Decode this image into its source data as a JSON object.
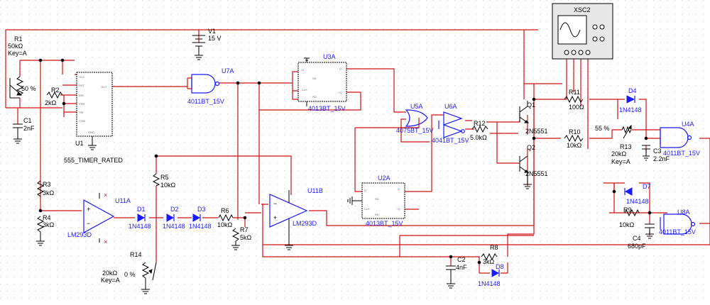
{
  "components": {
    "R1": {
      "ref": "R1",
      "value": "50kΩ",
      "key": "Key=A",
      "pct": "50 %"
    },
    "R2": {
      "ref": "R2",
      "value": "2kΩ"
    },
    "C1": {
      "ref": "C1",
      "value": "2nF"
    },
    "U1": {
      "ref": "U1",
      "part": "555_TIMER_RATED"
    },
    "V1": {
      "ref": "V1",
      "value": "15 V"
    },
    "U7A": {
      "ref": "U7A",
      "part": "4011BT_15V"
    },
    "U3A": {
      "ref": "U3A",
      "part": "4013BT_15V"
    },
    "XSC2": {
      "ref": "XSC2"
    },
    "Q1": {
      "ref": "Q1",
      "part": "2N5551"
    },
    "Q2": {
      "ref": "Q2",
      "part": "2N5551"
    },
    "U5A": {
      "ref": "U5A",
      "part": "4075BT_15V"
    },
    "U6A": {
      "ref": "U6A",
      "part": "4041BT_15V"
    },
    "R12": {
      "ref": "R12",
      "value": "5.0kΩ"
    },
    "R11": {
      "ref": "R11",
      "value": "100Ω"
    },
    "R10": {
      "ref": "R10",
      "value": "10kΩ"
    },
    "D4": {
      "ref": "D4",
      "part": "1N4148"
    },
    "R13": {
      "ref": "R13",
      "value": "20kΩ",
      "key": "Key=A",
      "pct": "55 %"
    },
    "C3": {
      "ref": "C3",
      "value": "2.2nF"
    },
    "U4A": {
      "ref": "U4A",
      "part": "4011BT_15V"
    },
    "R3": {
      "ref": "R3",
      "value": "3kΩ"
    },
    "R4": {
      "ref": "R4",
      "value": "3kΩ"
    },
    "U11A": {
      "ref": "U11A",
      "part": "LM293D"
    },
    "R5": {
      "ref": "R5",
      "value": "10kΩ"
    },
    "D1": {
      "ref": "D1",
      "part": "1N4148"
    },
    "D2": {
      "ref": "D2",
      "part": "1N4148"
    },
    "D3": {
      "ref": "D3",
      "part": "1N4148"
    },
    "R6": {
      "ref": "R6",
      "value": "10kΩ"
    },
    "R7": {
      "ref": "R7",
      "value": "5kΩ"
    },
    "U11B": {
      "ref": "U11B",
      "part": "LM293D"
    },
    "U2A": {
      "ref": "U2A",
      "part": "4013BT_15V"
    },
    "R14": {
      "ref": "R14",
      "value": "20kΩ",
      "key": "Key=A",
      "pct": "0 %"
    },
    "C2": {
      "ref": "C2",
      "value": "4nF"
    },
    "R8": {
      "ref": "R8",
      "value": "3kΩ"
    },
    "D8": {
      "ref": "D8",
      "part": "1N4148"
    },
    "D7": {
      "ref": "D7",
      "part": "1N4148"
    },
    "R9": {
      "ref": "R9",
      "value": "10kΩ"
    },
    "C4": {
      "ref": "C4",
      "value": "680pF"
    },
    "U8A": {
      "ref": "U8A",
      "part": "4011BT_15V"
    }
  },
  "pin_labels": {
    "u1_left": [
      "VCC",
      "RST",
      "DIS",
      "THR",
      "TRI",
      "CON"
    ],
    "u1_right": [
      "OUT"
    ],
    "u1_bottom": "GND",
    "dff_left": [
      "D",
      "CLK",
      "SD",
      "RD"
    ],
    "dff_right": [
      "Q",
      "~Q"
    ]
  },
  "colors": {
    "wire": "#d01010",
    "label": "#1a1aff",
    "body": "#000000",
    "background": "#ffffff"
  }
}
